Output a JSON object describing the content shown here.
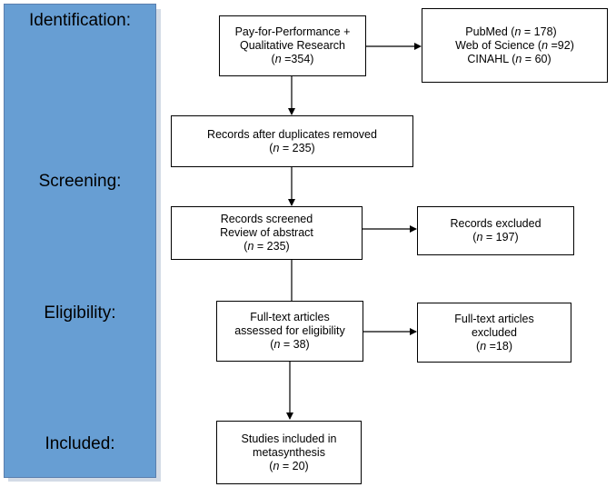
{
  "colors": {
    "stage_panel": "#679ed3",
    "panel_border": "#5a7fae",
    "line": "#000000"
  },
  "stages": {
    "identification": "Identification:",
    "screening": "Screening:",
    "eligibility": "Eligibility:",
    "included": "Included:"
  },
  "boxes": {
    "search": {
      "line1": "Pay-for-Performance +",
      "line2": "Qualitative Research",
      "n_sym": "n",
      "n_val": " =354)"
    },
    "databases": {
      "pubmed_name": "PubMed (",
      "pubmed_val": " = 178)",
      "wos_name": "Web of Science (",
      "wos_val": " =92)",
      "cinahl_name": "CINAHL (",
      "cinahl_val": " = 60)",
      "n_sym": "n"
    },
    "dedup": {
      "line1": "Records after duplicates removed",
      "n_sym": "n",
      "n_val": " = 235)"
    },
    "screened": {
      "line1": "Records screened",
      "line2": "Review of abstract",
      "n_sym": "n",
      "n_val": " = 235)"
    },
    "excluded": {
      "line1": "Records excluded",
      "n_val": "197)"
    },
    "fulltext": {
      "line1": "Full-text articles",
      "line2": "assessed for eligibility",
      "n_sym": "n",
      "n_val": " = 38)"
    },
    "fulltext_excluded": {
      "line1": "Full-text articles",
      "line2": "excluded",
      "n_sym": "n",
      "n_val": " =18)"
    },
    "included": {
      "line1": "Studies included in",
      "line2": "metasynthesis",
      "n_sym": "n",
      "n_val": " = 20)"
    }
  }
}
